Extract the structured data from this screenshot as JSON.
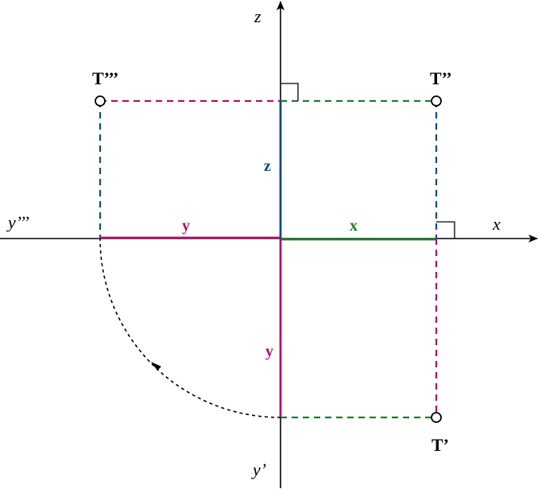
{
  "axes": {
    "x_label": "x",
    "z_label": "z",
    "y_prime_label": "y’",
    "y_triple_prime_label": "y’’’"
  },
  "points": {
    "t_prime": "T’",
    "t_double_prime": "T’’",
    "t_triple_prime": "T’’’"
  },
  "segments": {
    "x_label": "x",
    "y_horizontal_label": "y",
    "y_vertical_label": "y",
    "z_label": "z"
  },
  "colors": {
    "axis": "#000000",
    "x_green": "#1e7b2e",
    "y_magenta": "#b0106e",
    "z_blue": "#0f4c81",
    "arc": "#000000"
  }
}
